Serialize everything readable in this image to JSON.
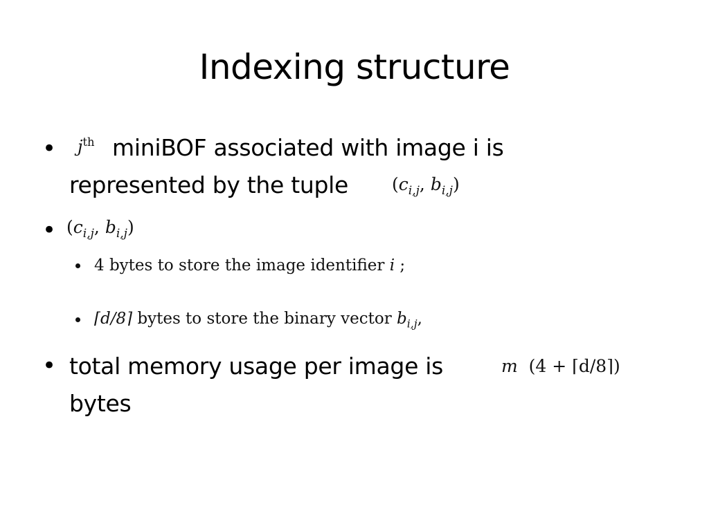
{
  "slide": {
    "title": "Indexing structure",
    "bullet1": {
      "math_prefix": "j",
      "math_prefix_sup": "th",
      "line1": "miniBOF associated with image i is",
      "line2": "represented by the tuple",
      "math_tuple": {
        "open": "(",
        "c": "c",
        "c_sub": "i,j",
        "comma": ", ",
        "b": "b",
        "b_sub": "i,j",
        "close": ")"
      }
    },
    "bullet2": {
      "math_tuple": {
        "open": "(",
        "c": "c",
        "c_sub": "i,j",
        "comma": ", ",
        "b": "b",
        "b_sub": "i,j",
        "close": ")"
      },
      "sub_items": [
        {
          "text": "4 bytes to store the image identifier ",
          "math": "i",
          "suffix": " ;"
        },
        {
          "math_pre": "⌈d/8⌉",
          "text": " bytes to store the binary vector ",
          "math": "b",
          "math_sub": "i,j",
          "suffix": ","
        }
      ]
    },
    "bullet3": {
      "line1": "total memory usage per image is",
      "line2": "bytes",
      "math_expr": {
        "m": "m",
        "rest": "(4 + ⌈d/8⌉)"
      }
    }
  }
}
